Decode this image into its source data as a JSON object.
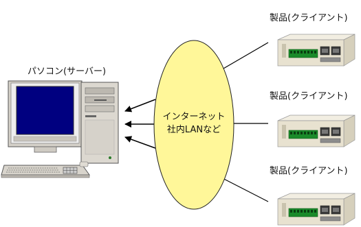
{
  "server": {
    "label": "パソコン(サーバー)"
  },
  "network": {
    "line1": "インターネット",
    "line2": "社内LANなど",
    "fill_color": "#fff799"
  },
  "clients": [
    {
      "label": "製品(クライアント)"
    },
    {
      "label": "製品(クライアント)"
    },
    {
      "label": "製品(クライアント)"
    }
  ],
  "colors": {
    "screen": "#000080",
    "device_body": "#e8e2d0",
    "terminal_block": "#1a8a2a"
  }
}
